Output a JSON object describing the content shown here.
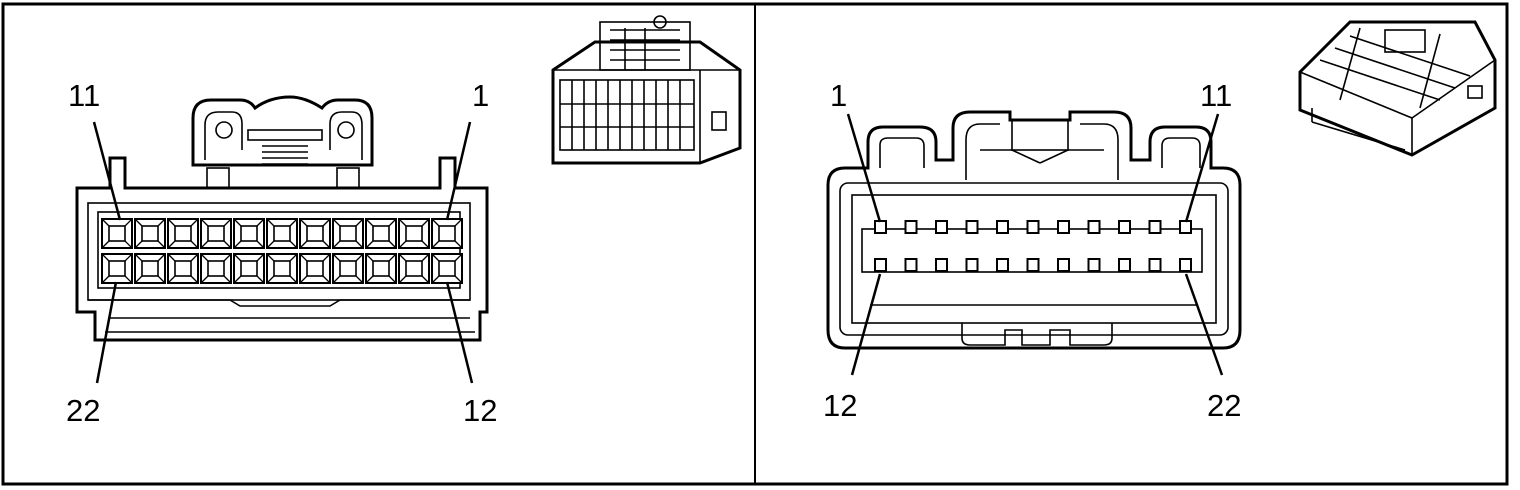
{
  "panels": [
    {
      "id": "terminal-side",
      "labels": {
        "top_left": "11",
        "top_right": "1",
        "bottom_left": "22",
        "bottom_right": "12"
      }
    },
    {
      "id": "wire-side",
      "labels": {
        "top_left": "1",
        "top_right": "11",
        "bottom_left": "12",
        "bottom_right": "22"
      }
    }
  ],
  "connector": {
    "rows": 2,
    "cavities_per_row": 11,
    "cavity_count": 22
  },
  "colors": {
    "line": "#000000",
    "background": "#ffffff"
  }
}
